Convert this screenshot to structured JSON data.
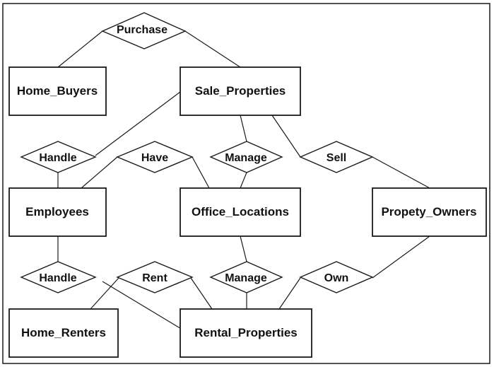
{
  "entities": {
    "home_buyers": "Home_Buyers",
    "sale_properties": "Sale_Properties",
    "employees": "Employees",
    "office_locations": "Office_Locations",
    "property_owners": "Propety_Owners",
    "home_renters": "Home_Renters",
    "rental_properties": "Rental_Properties"
  },
  "relationships": {
    "purchase": "Purchase",
    "handle_sale": "Handle",
    "have": "Have",
    "manage_sale": "Manage",
    "sell": "Sell",
    "handle_rental": "Handle",
    "rent": "Rent",
    "manage_rental": "Manage",
    "own": "Own"
  }
}
